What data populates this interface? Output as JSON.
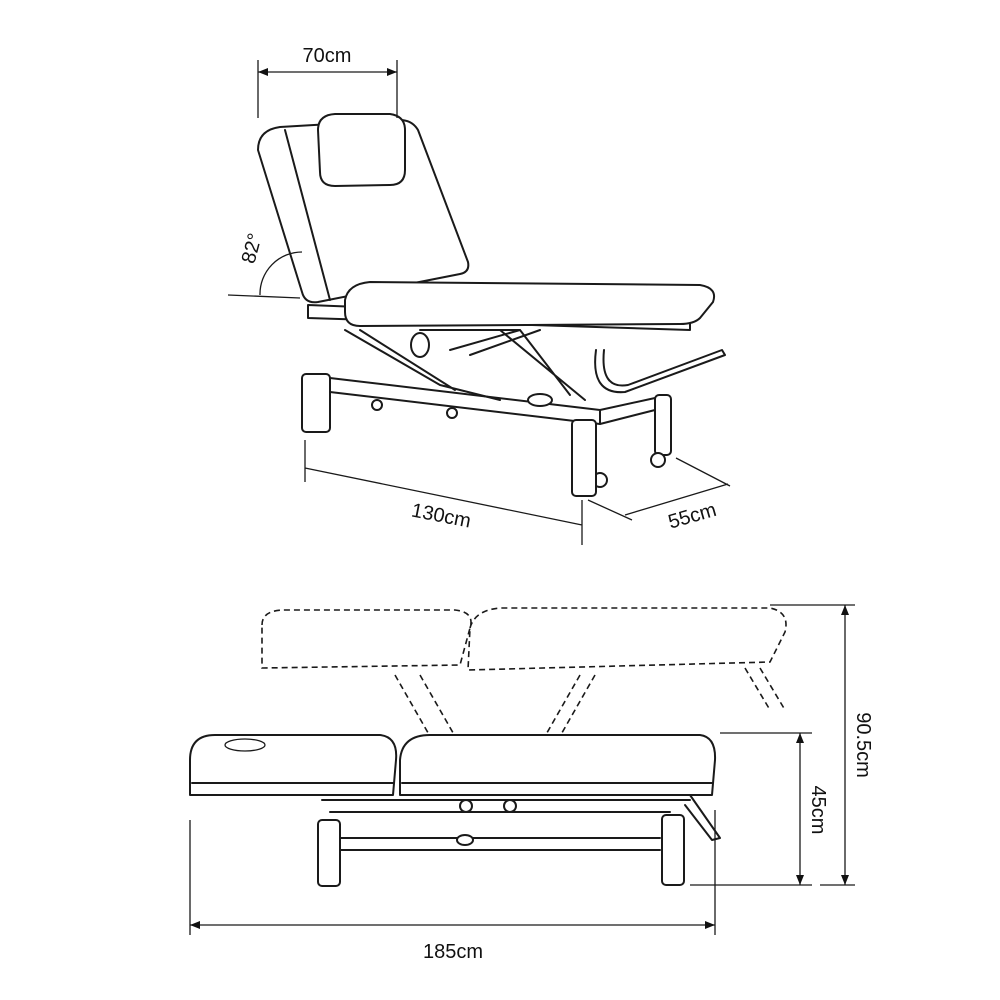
{
  "title": "Electric treatment table dimensions",
  "dimensions": {
    "backrest_width": "70cm",
    "backrest_angle": "82°",
    "length_folded": "130cm",
    "width": "55cm",
    "max_height": "90.5cm",
    "min_height": "45cm",
    "total_length": "185cm"
  }
}
